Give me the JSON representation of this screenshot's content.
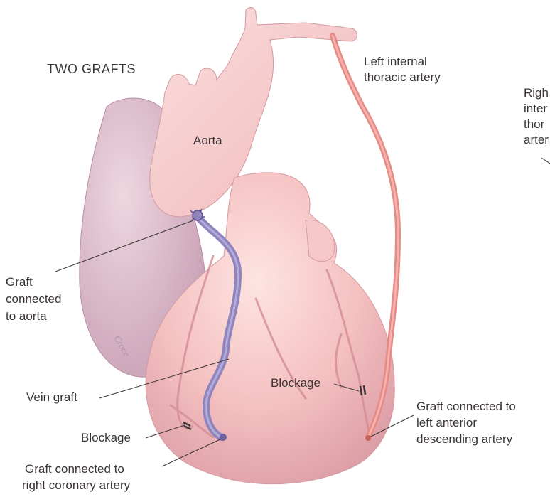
{
  "diagram": {
    "title": "TWO GRAFTS",
    "labels": {
      "aorta": "Aorta",
      "lita_line1": "Left internal",
      "lita_line2": "thoracic artery",
      "rita_line1": "Righ",
      "rita_line2": "inter",
      "rita_line3": "thor",
      "rita_line4": "arter",
      "graft_aorta_line1": "Graft",
      "graft_aorta_line2": "connected",
      "graft_aorta_line3": "to aorta",
      "vein_graft": "Vein graft",
      "blockage_left": "Blockage",
      "blockage_right": "Blockage",
      "graft_rca_line1": "Graft connected to",
      "graft_rca_line2": "right coronary artery",
      "graft_lad_line1": "Graft connected to",
      "graft_lad_line2": "left anterior",
      "graft_lad_line3": "descending artery"
    },
    "signature": "Croce"
  },
  "colors": {
    "heart_light": "#f9d3d3",
    "heart_mid": "#efb2b4",
    "heart_dark": "#c78f9a",
    "atrium": "#dcb8c8",
    "vein_graft": "#8f84bd",
    "artery_graft": "#e58a84",
    "leader": "#3a3436"
  }
}
